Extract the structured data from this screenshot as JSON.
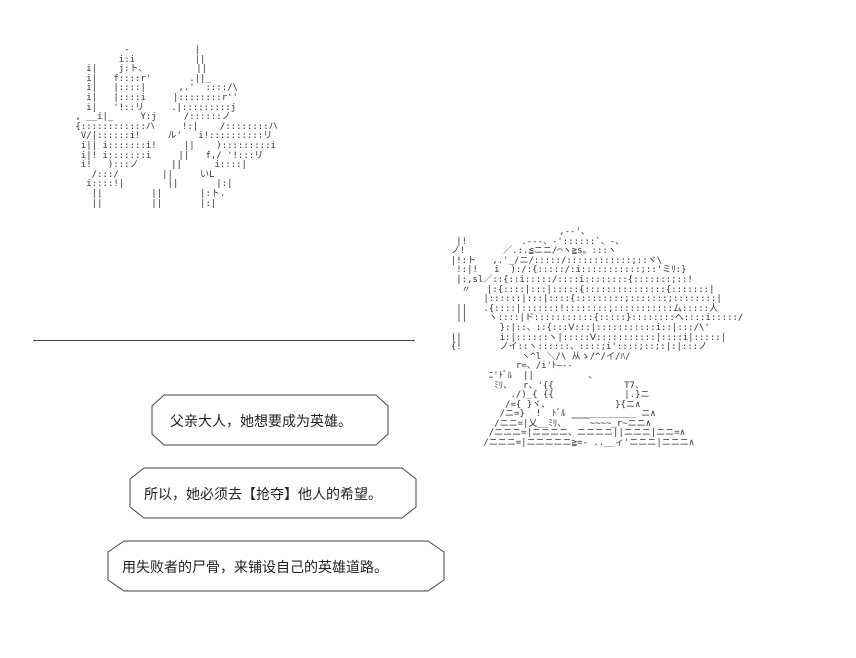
{
  "art": {
    "left": "          -            |\n         i:i           ||\n   i|    j:ト、         ||\n   i|   f::::r'       .||_\n   i|   |::::|      ,.'  ::::/\\\n   i|   |::::i     |::::::::r''\n   i|   '!::リ     .|:::::::::j\n , __i|_     Y:j     /::::::ノ\n {::::::::::::ハ     !:|    /::::::::ハ\n  V/|::::::i!     ル'   i!::::::::::リ\n  i|| i:::::::i!     ||    ):::::::::i\n  i|! i:::::::i     ||   f,/ '!:::リ\n  i!   ):::ノ      ||      i::::|\n    /:::/        ||     いL\n   i::::!|        ||       |:|\n    ||         ||       |:ト.\n    ||         ||       |:|",
    "right": "                      ,-‐'、\n   |!          .-‐-、‐'::::::`、-、\n  ノ!       ／.:.≦ニニ/⌒ヽ≧s。:::ヽ\n  |!:ト   ,.'_/ニ/:::::/::::::::::::;::ヾ\\\n   !:|!   i  ):/:{:::::/:i:::::::::::;::'ミﾘ:}\n   |:,sl／::{::i:::::/::::i::::::::{:::::::;::!\n    〃   |:{::::|:::|:::::{:::::::::::::::{:::::::|\n        |::::::|:::|::::{:::::::::;:::::::;::::::::|\n   ||   .{::::|:::::::!::::::::;:::::::::::ム:::::人\n   ||    ヽ::::|ド:::::::::::{:::::}::::::::へ::::i:::::/\n           }:|::、::{:::Ⅴ:::|:::::::::::i::|:::/\\'\n  ||       i:|::::::ヽ|:::::Ⅴ:::::::::::|::::i|:::::|\n  {!       ノイ::ヽ::::::、::::;i'::::;::;:|:|:::ノ\n               ヽ^l ＼/\\ 从ゝ/^/イ/ﾊ/\n              r=、/i'ﾄ—‐‐\n         ﾆ'ﾄﾞﾙ  ||          、\n          ﾐﾘ、  r、'{{             T7、\n             ./)_{ {{             |.}ニ\n            /={ }ヾ、            }{ニ∧\n           /ニ=}  !  ﾄﾞﾙ ____________ ニ∧\n          /ニニ=|乂__ﾐﾘ、 ￣￣~~~~_r~ニニ∧\n         /ニニニ=|ニニニニ、ニニニニ||ニニニ|ニニ=∧\n        /ニニニ=|ニニニニニ≧=- ..__ィ'ニニニ|ニニニ∧"
  },
  "captions": [
    "父亲大人，她想要成为英雄。",
    "所以，她必须去【抢夺】他人的希望。",
    "用失败者的尸骨，来铺设自己的英雄道路。"
  ]
}
